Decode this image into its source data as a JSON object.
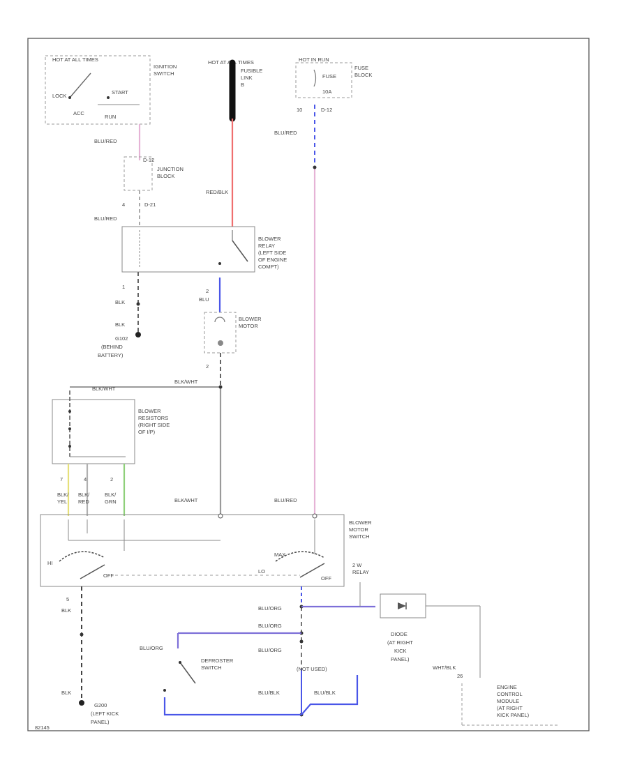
{
  "colors": {
    "wire_gray": "#9a9a9a",
    "wire_pink": "#e6b3d6",
    "wire_red": "#ef6f6f",
    "wire_blue": "#4a56e8",
    "wire_purple": "#7d6fd8",
    "wire_yellow": "#e6e07a",
    "wire_green": "#8fd07a",
    "fusible_link": "#111111",
    "frame": "#555555"
  },
  "components": {
    "ignition_switch": {
      "header": "HOT AT ALL TIMES",
      "name": [
        "IGNITION",
        "SWITCH"
      ],
      "pos_lock": "LOCK",
      "pos_start": "START",
      "pos_acc": "ACC",
      "pos_run": "RUN"
    },
    "fusible_link": {
      "header": "HOT AT ALL TIMES",
      "name": [
        "FUSIBLE",
        "LINK",
        "B"
      ]
    },
    "fuse_block": {
      "header": "HOT IN RUN",
      "name": [
        "FUSE",
        "BLOCK"
      ],
      "fuse": "FUSE",
      "amps": "10A"
    },
    "junction_block": {
      "name": [
        "JUNCTION",
        "BLOCK"
      ],
      "connector": "D-12"
    },
    "blower_relay": {
      "name": [
        "BLOWER",
        "RELAY",
        "(LEFT SIDE",
        "OF ENGINE",
        "COMPT)"
      ]
    },
    "blower_motor": {
      "name": [
        "BLOWER",
        "MOTOR"
      ]
    },
    "blower_resistors": {
      "name": [
        "BLOWER",
        "RESISTORS",
        "(RIGHT SIDE",
        "OF I/P)"
      ]
    },
    "blower_motor_switch": {
      "name": [
        "BLOWER",
        "MOTOR",
        "SWITCH"
      ],
      "hi": "HI",
      "off_left": "OFF",
      "off_right": "OFF",
      "lo": "LO",
      "max": "MAX"
    },
    "ground_g102": [
      "G102",
      "(BEHIND",
      "BATTERY)"
    ],
    "ground_g200": [
      "G200",
      "(LEFT KICK",
      "PANEL)"
    ],
    "diode": [
      "DIODE",
      "(AT RIGHT",
      "KICK",
      "PANEL)"
    ],
    "defroster_switch": [
      "DEFROSTER",
      "SWITCH"
    ],
    "ecm": [
      "ENGINE",
      "CONTROL",
      "MODULE",
      "(AT RIGHT",
      "KICK PANEL)"
    ],
    "s_w_relay": [
      "2 W",
      "RELAY"
    ],
    "not_used": "(NOT USED)"
  },
  "wires": {
    "blu_red": "BLU/RED",
    "red_blk": "RED/BLK",
    "blk": "BLK",
    "blu": "BLU",
    "blk_wht": "BLK/WHT",
    "blk_yel": [
      "BLK/",
      "YEL"
    ],
    "blk_red": [
      "BLK/",
      "RED"
    ],
    "blk_grn": [
      "BLK/",
      "GRN"
    ],
    "blu_org": "BLU/ORG",
    "blu_blk": "BLU/BLK",
    "wht_blk": "WHT/BLK",
    "blk_wht_small": "BLK/WHT"
  },
  "pins": {
    "p10": "10",
    "d12": "D-12",
    "p1": "1",
    "p2": "2",
    "p4": "4",
    "p7": "7",
    "p4b": "4",
    "p2b": "2",
    "p5": "5",
    "d21": "D-21",
    "p26": "26"
  },
  "footer_code": "82145"
}
